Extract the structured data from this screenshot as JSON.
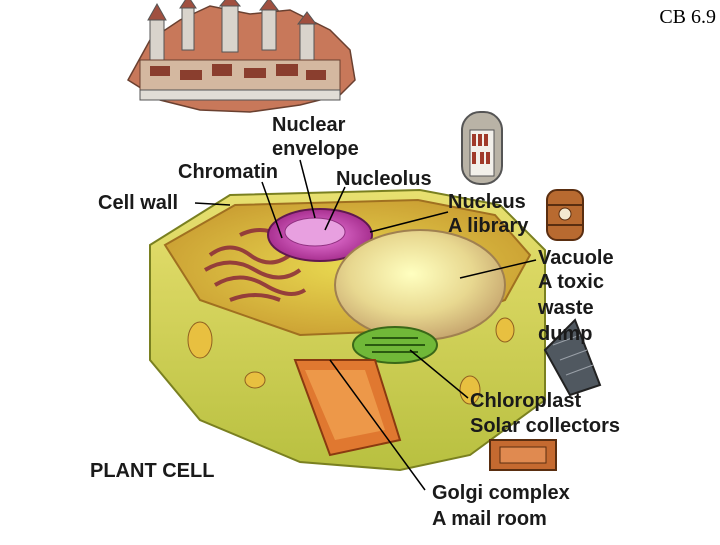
{
  "slide_code": "CB 6.9",
  "labels": {
    "nuclear_envelope_1": "Nuclear",
    "nuclear_envelope_2": "envelope",
    "chromatin": "Chromatin",
    "nucleolus": "Nucleolus",
    "cell_wall": "Cell wall",
    "nucleus_1": "Nucleus",
    "nucleus_2": "A library",
    "vacuole_1": "Vacuole",
    "vacuole_2": "A toxic",
    "vacuole_3": "waste",
    "vacuole_4": "dump",
    "chloroplast_1": "Chloroplast",
    "chloroplast_2": "Solar collectors",
    "golgi_1": "Golgi complex",
    "golgi_2": "A mail room",
    "plant_cell": "PLANT CELL"
  }
}
